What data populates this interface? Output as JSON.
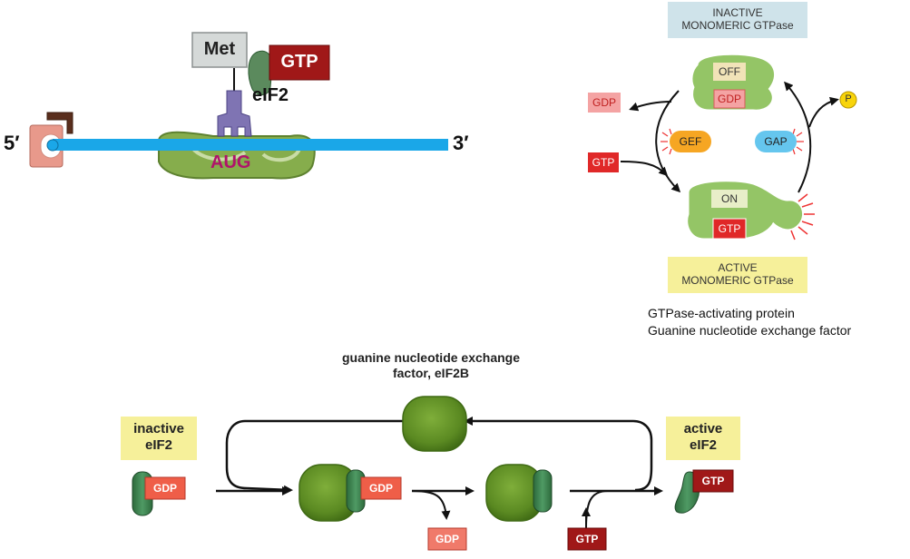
{
  "top_left": {
    "met": "Met",
    "gtp": "GTP",
    "eif2": "eIF2",
    "aug": "AUG",
    "five_prime": "5′",
    "three_prime": "3′"
  },
  "cycle": {
    "inactive_title_1": "INACTIVE",
    "inactive_title_2": "MONOMERIC GTPase",
    "off": "OFF",
    "gdp_bound": "GDP",
    "gdp_released": "GDP",
    "p": "P",
    "gef": "GEF",
    "gap": "GAP",
    "gtp_in": "GTP",
    "on": "ON",
    "gtp_bound": "GTP",
    "active_title_1": "ACTIVE",
    "active_title_2": "MONOMERIC GTPase",
    "gap_full": "GTPase-activating protein",
    "gef_full": "Guanine nucleotide exchange factor"
  },
  "bottom": {
    "title_1": "guanine nucleotide exchange",
    "title_2": "factor, eIF2B",
    "inactive_1": "inactive",
    "inactive_2": "eIF2",
    "active_1": "active",
    "active_2": "eIF2",
    "gdp_inactive": "GDP",
    "gdp_complex": "GDP",
    "gdp_released": "GDP",
    "gtp_in": "GTP",
    "gtp_active": "GTP"
  },
  "colors": {
    "mrna": "#1aa7e8",
    "ribosome_green": "#86ad4c",
    "gtp_red": "#a01818",
    "gdp_pink": "#f4a3a3",
    "gef_orange": "#f6a623",
    "gap_blue": "#65c6ee",
    "eif2b_green": "#5d8c26",
    "label_yellow": "#f6f09a",
    "label_blue": "#cfe3ea"
  }
}
